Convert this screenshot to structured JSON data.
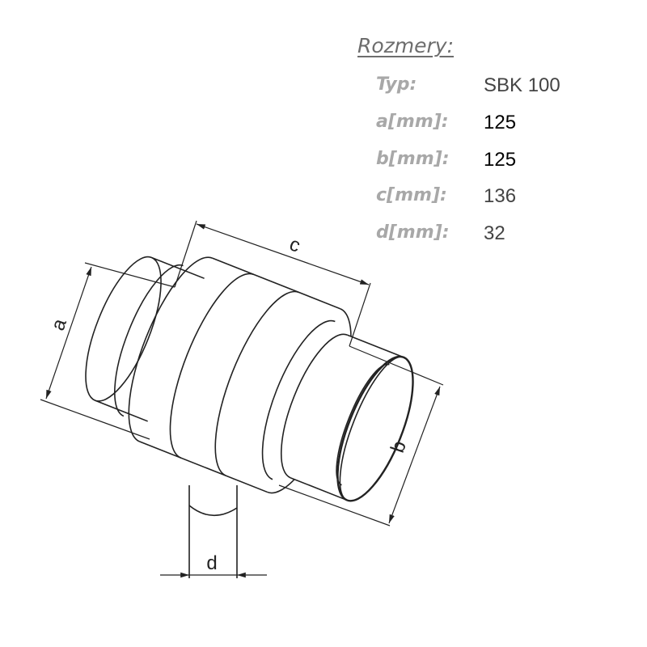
{
  "table": {
    "title": "Rozmery:",
    "rows": [
      {
        "label": "Typ:",
        "value": "SBK 100",
        "color": "#444444"
      },
      {
        "label": "a[mm]:",
        "value": "125",
        "color": "#000000"
      },
      {
        "label": "b[mm]:",
        "value": "125",
        "color": "#000000"
      },
      {
        "label": "c[mm]:",
        "value": "136",
        "color": "#444444"
      },
      {
        "label": "d[mm]:",
        "value": "32",
        "color": "#444444"
      }
    ]
  },
  "dimensions": {
    "a": "a",
    "b": "b",
    "c": "c",
    "d": "d"
  }
}
